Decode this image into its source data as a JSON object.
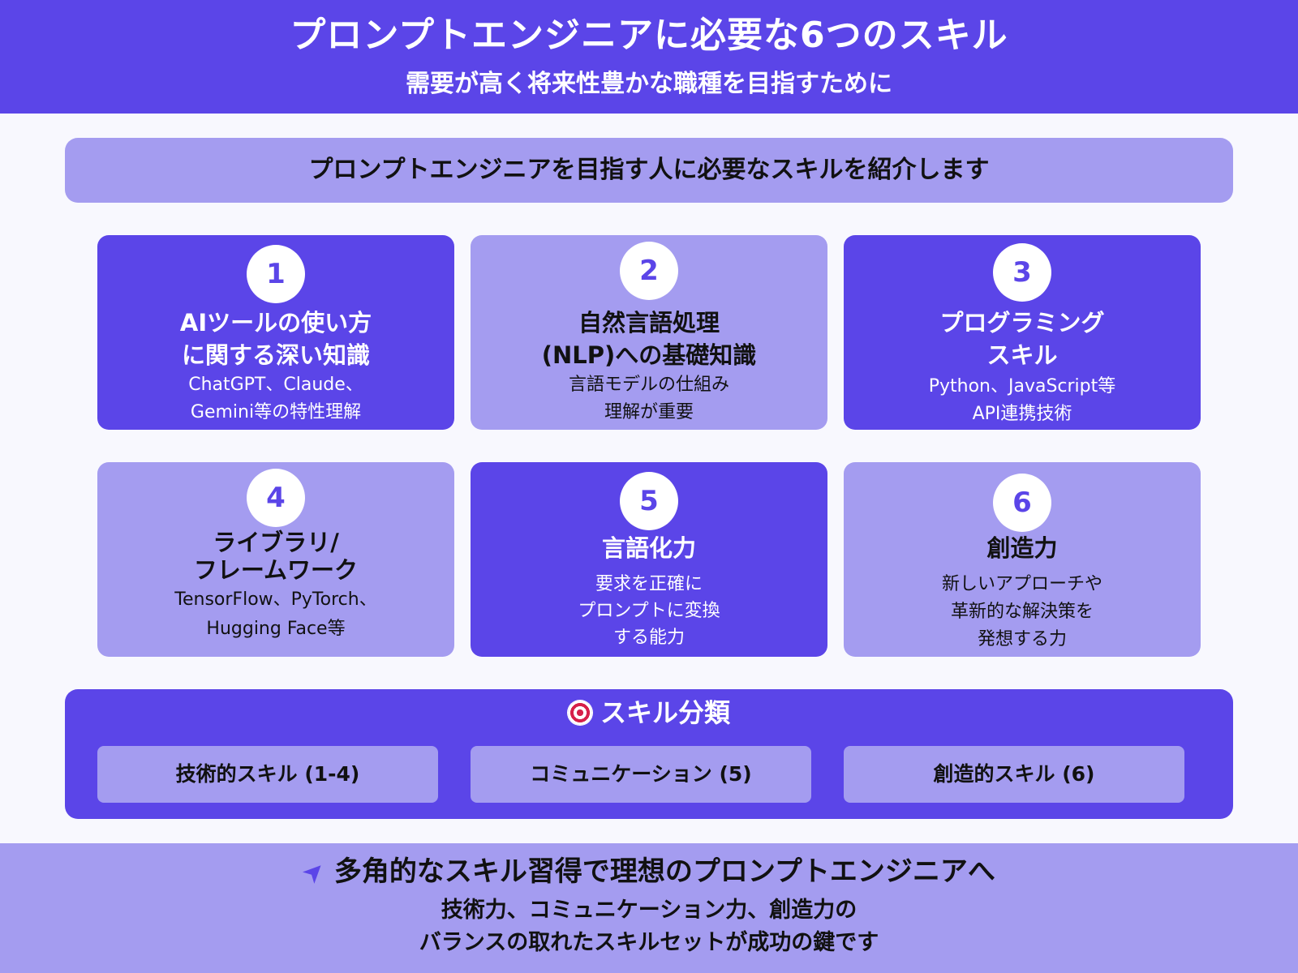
{
  "header": {
    "title": "プロンプトエンジニアに必要な6つのスキル",
    "subtitle": "需要が高く将来性豊かな職種を目指すために"
  },
  "intro": {
    "text": "プロンプトエンジニアを目指す人に必要なスキルを紹介します"
  },
  "skills": [
    {
      "number": "1",
      "title_lines": [
        "AIツールの使い方",
        "に関する深い知識"
      ],
      "desc_lines": [
        "ChatGPT、Claude、",
        "Gemini等の特性理解"
      ]
    },
    {
      "number": "2",
      "title_lines": [
        "自然言語処理",
        "(NLP)への基礎知識"
      ],
      "desc_lines": [
        "言語モデルの仕組み",
        "理解が重要"
      ]
    },
    {
      "number": "3",
      "title_lines": [
        "プログラミング",
        "スキル"
      ],
      "desc_lines": [
        "Python、JavaScript等",
        "API連携技術"
      ]
    },
    {
      "number": "4",
      "title_lines": [
        "ライブラリ/",
        "フレームワーク"
      ],
      "desc_lines": [
        "TensorFlow、PyTorch、",
        "Hugging Face等"
      ]
    },
    {
      "number": "5",
      "title_lines": [
        "言語化力"
      ],
      "desc_lines": [
        "要求を正確に",
        "プロンプトに変換",
        "する能力"
      ]
    },
    {
      "number": "6",
      "title_lines": [
        "創造力"
      ],
      "desc_lines": [
        "新しいアプローチや",
        "革新的な解決策を",
        "発想する力"
      ]
    }
  ],
  "classification": {
    "icon": "target-icon",
    "title": "スキル分類",
    "categories": [
      "技術的スキル (1-4)",
      "コミュニケーション (5)",
      "創造的スキル (6)"
    ]
  },
  "footer": {
    "icon": "rocket-icon",
    "title": "多角的なスキル習得で理想のプロンプトエンジニアへ",
    "lines": [
      "技術力、コミュニケーション力、創造力の",
      "バランスの取れたスキルセットが成功の鍵です"
    ]
  },
  "colors": {
    "primary": "#5b45e8",
    "secondary": "#a49cf0",
    "background": "#f8f8fe"
  }
}
